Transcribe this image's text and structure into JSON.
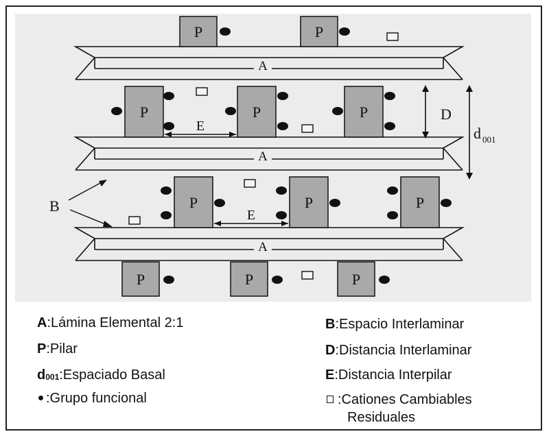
{
  "diagram": {
    "lamina_label": "A",
    "pillar_label": "P",
    "interlayer_label": "B",
    "interlayer_distance_label": "D",
    "interpillar_label": "E",
    "basal_spacing_label": "d",
    "basal_spacing_subscript": "001"
  },
  "legend": {
    "lamina": {
      "key": "A",
      "text": ":Lámina Elemental 2:1"
    },
    "pillar": {
      "key": "P",
      "text": ":Pilar"
    },
    "basal_spacing": {
      "key": "d",
      "key_subscript": "001",
      "text": ":Espaciado Basal"
    },
    "functional_group": {
      "text": ":Grupo funcional"
    },
    "interlayer_space": {
      "key": "B",
      "text": ":Espacio Interlaminar"
    },
    "interlayer_distance": {
      "key": "D",
      "text": ":Distancia Interlaminar"
    },
    "interpillar_distance": {
      "key": "E",
      "text": ":Distancia Interpilar"
    },
    "cations": {
      "text_line1": ":Cationes Cambiables",
      "text_line2": "Residuales"
    }
  },
  "colors": {
    "background_panel": "#ececec",
    "pillar_fill": "#a9a9a9",
    "line": "#111111"
  }
}
